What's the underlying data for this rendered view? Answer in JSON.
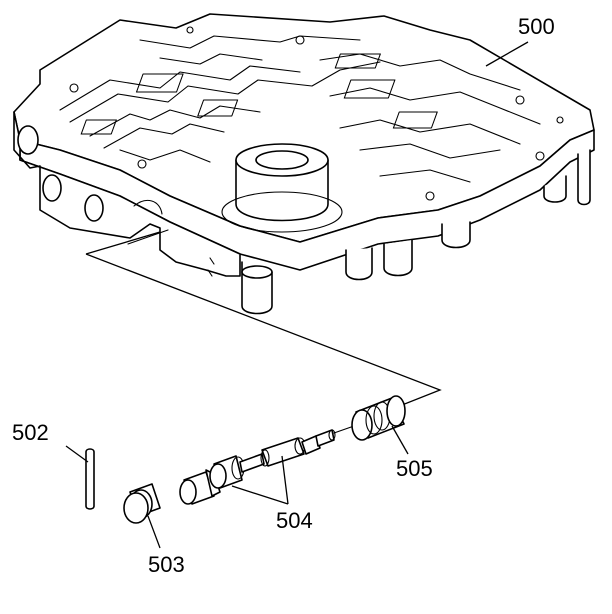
{
  "callouts": {
    "valve_body": "500",
    "retainer_pin": "502",
    "bore_plug": "503",
    "valve": "504",
    "spring_sleeve": "505"
  },
  "colors": {
    "line": "#000000",
    "background": "#ffffff"
  }
}
